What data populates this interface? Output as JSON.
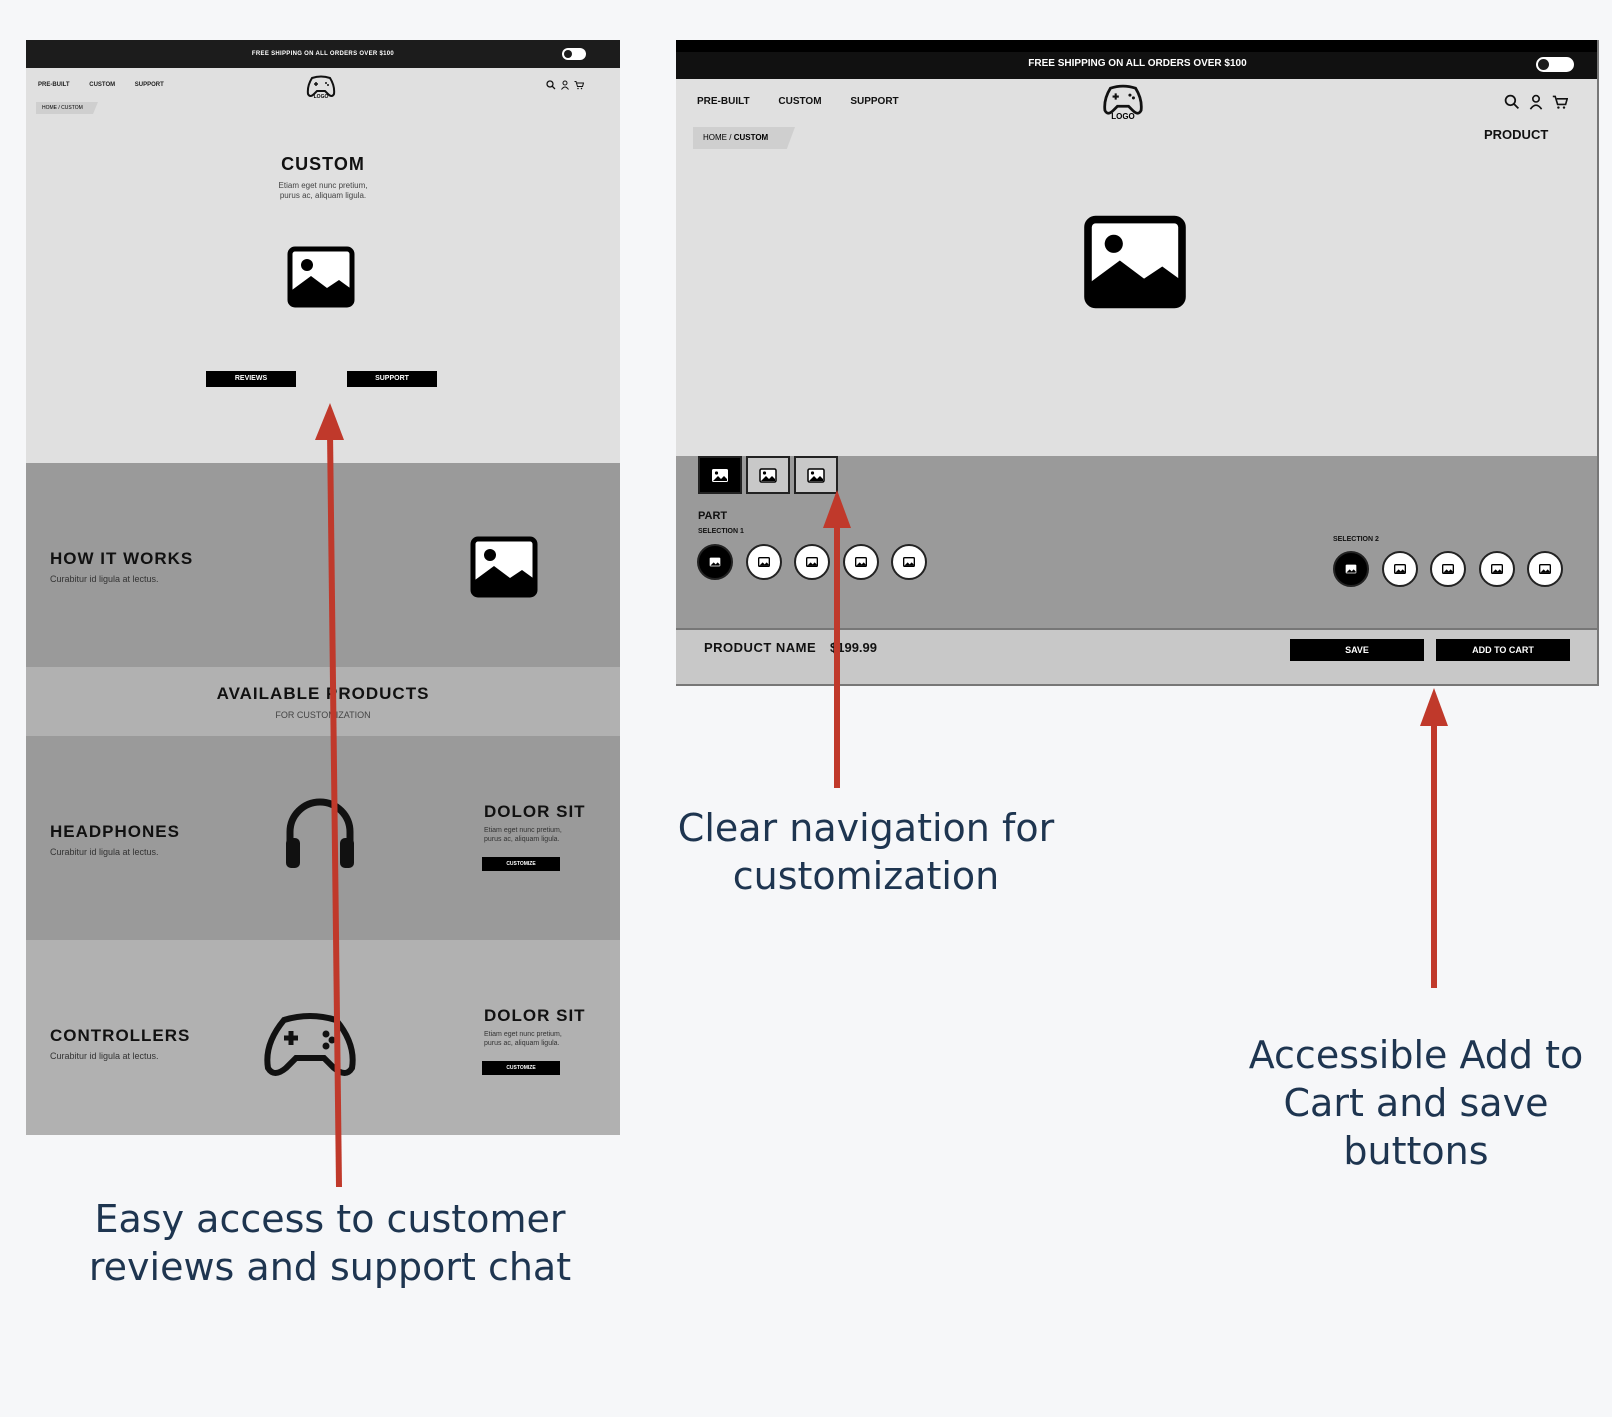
{
  "left_mockup": {
    "top_banner": "FREE SHIPPING ON ALL ORDERS OVER $100",
    "nav": [
      "PRE-BUILT",
      "CUSTOM",
      "SUPPORT"
    ],
    "logo_text": "LOGO",
    "breadcrumb": "HOME / CUSTOM",
    "hero": {
      "title": "CUSTOM",
      "subtitle_line1": "Etiam eget nunc pretium,",
      "subtitle_line2": "purus ac, aliquam ligula.",
      "reviews_button": "REVIEWS",
      "support_button": "SUPPORT"
    },
    "how_it_works": {
      "title": "HOW IT WORKS",
      "text": "Curabitur id ligula at lectus."
    },
    "available": {
      "title": "AVAILABLE PRODUCTS",
      "subtitle": "FOR CUSTOMIZATION"
    },
    "products": [
      {
        "name": "HEADPHONES",
        "text": "Curabitur id ligula at lectus.",
        "side_title": "DOLOR SIT",
        "side_line1": "Etiam eget nunc pretium,",
        "side_line2": "purus ac, aliquam ligula.",
        "button": "CUSTOMIZE"
      },
      {
        "name": "CONTROLLERS",
        "text": "Curabitur id ligula at lectus.",
        "side_title": "DOLOR SIT",
        "side_line1": "Etiam eget nunc pretium,",
        "side_line2": "purus ac, aliquam ligula.",
        "button": "CUSTOMIZE"
      }
    ]
  },
  "right_mockup": {
    "top_banner": "FREE SHIPPING ON ALL ORDERS OVER $100",
    "nav": [
      "PRE-BUILT",
      "CUSTOM",
      "SUPPORT"
    ],
    "logo_text": "LOGO",
    "breadcrumb_home": "HOME /",
    "breadcrumb_current": "CUSTOM",
    "page_label": "PRODUCT",
    "part_label": "PART",
    "selection1_label": "SELECTION 1",
    "selection2_label": "SELECTION 2",
    "product_name": "PRODUCT NAME",
    "price": "$199.99",
    "save_button": "SAVE",
    "add_to_cart_button": "ADD TO CART"
  },
  "annotations": {
    "reviews_support": "Easy access to customer reviews and support chat",
    "navigation": "Clear navigation for customization",
    "cart": "Accessible Add to Cart and save buttons"
  },
  "colors": {
    "arrow": "#c0392b",
    "caption": "#1e3550",
    "dark_band": "#9a9a9a",
    "light_band": "#b1b1b1"
  }
}
